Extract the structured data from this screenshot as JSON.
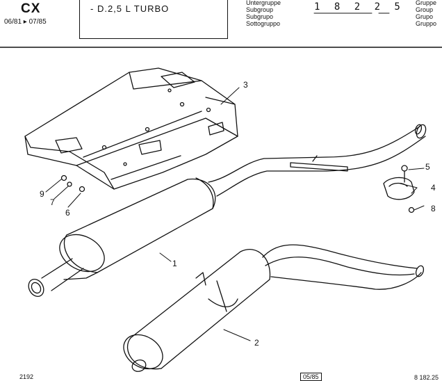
{
  "header": {
    "model": "CX",
    "dates": "06/81 ▸ 07/85",
    "engine": "- D.2,5 L TURBO",
    "subgroup_labels": [
      "Untergruppe",
      "Subgroup",
      "Subgrupo",
      "Sottogruppo"
    ],
    "code": "1 8 2 2 5",
    "group_labels": [
      "Gruppe",
      "Group",
      "Grupo",
      "Gruppo"
    ]
  },
  "callouts": [
    "1",
    "2",
    "3",
    "4",
    "5",
    "6",
    "7",
    "8",
    "9"
  ],
  "footer": {
    "left": "2192",
    "stamp": "05/85",
    "right": "8 182.25"
  }
}
